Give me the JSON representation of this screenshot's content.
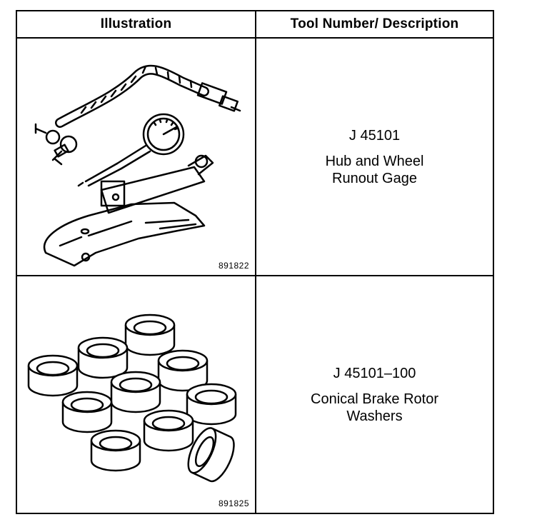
{
  "table": {
    "headers": {
      "illustration": "Illustration",
      "tool": "Tool Number/ Description"
    },
    "rows": [
      {
        "figure_number": "891822",
        "tool_number": "J 45101",
        "description_line1": "Hub and Wheel",
        "description_line2": "Runout Gage",
        "illustration_icon": "runout-gage-icon"
      },
      {
        "figure_number": "891825",
        "tool_number": "J 45101–100",
        "description_line1": "Conical Brake Rotor",
        "description_line2": "Washers",
        "illustration_icon": "conical-washers-icon"
      }
    ]
  }
}
